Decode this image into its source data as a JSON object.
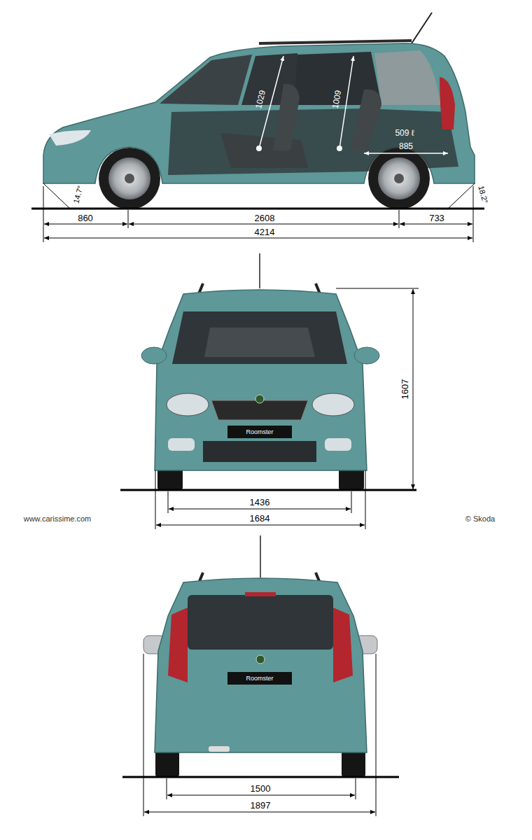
{
  "diagram": {
    "labels": [
      "1029",
      "1009",
      "509 ℓ",
      "885",
      "14.7°",
      "860",
      "2608",
      "733",
      "18.2°",
      "4214",
      "Roomster",
      "1607",
      "1436",
      "1684",
      "www.carissime.com",
      "© Skoda",
      "Roomster",
      "1500",
      "1897"
    ]
  }
}
